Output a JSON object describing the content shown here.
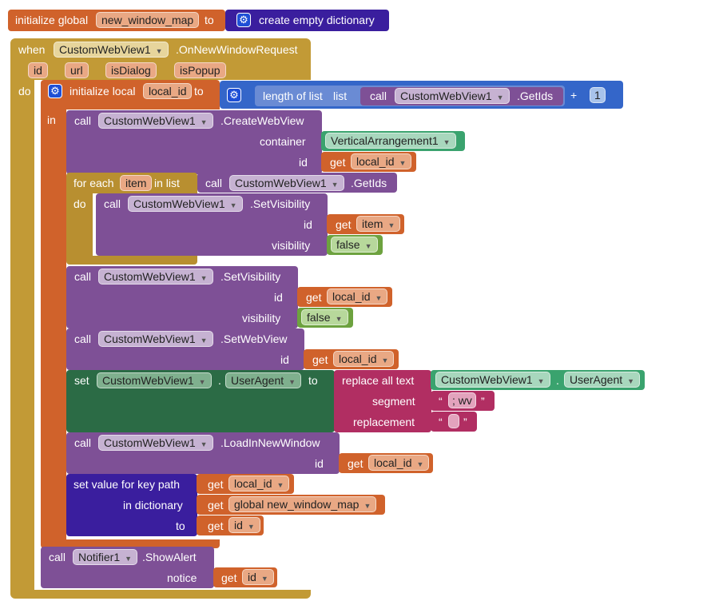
{
  "global_init": {
    "prefix": "initialize global",
    "name": "new_window_map",
    "to": "to",
    "value": "create empty dictionary",
    "gear": "⚙"
  },
  "event": {
    "when": "when",
    "component": "CustomWebView1",
    "event_name": ".OnNewWindowRequest",
    "params": [
      "id",
      "url",
      "isDialog",
      "isPopup"
    ],
    "do": "do"
  },
  "local_init": {
    "prefix": "initialize local",
    "name": "local_id",
    "to": "to",
    "in": "in",
    "length_of_list": "length of list",
    "list_word": "list",
    "call": "call",
    "component": "CustomWebView1",
    "method": ".GetIds",
    "plus": "+",
    "number": "1"
  },
  "create_webview": {
    "call": "call",
    "component": "CustomWebView1",
    "method": ".CreateWebView",
    "container_label": "container",
    "container_value": "VerticalArrangement1",
    "id_label": "id",
    "get": "get",
    "id_value": "local_id"
  },
  "for_each": {
    "label": "for each",
    "item": "item",
    "in_list": "in list",
    "call": "call",
    "component": "CustomWebView1",
    "method": ".GetIds",
    "do": "do",
    "inner_call": "call",
    "inner_component": "CustomWebView1",
    "inner_method": ".SetVisibility",
    "id_label": "id",
    "get": "get",
    "id_value": "item",
    "visibility_label": "visibility",
    "visibility_value": "false"
  },
  "set_visibility": {
    "call": "call",
    "component": "CustomWebView1",
    "method": ".SetVisibility",
    "id_label": "id",
    "get": "get",
    "id_value": "local_id",
    "visibility_label": "visibility",
    "visibility_value": "false"
  },
  "set_webview": {
    "call": "call",
    "component": "CustomWebView1",
    "method": ".SetWebView",
    "id_label": "id",
    "get": "get",
    "id_value": "local_id"
  },
  "set_useragent": {
    "set": "set",
    "component": "CustomWebView1",
    "dot": ".",
    "property": "UserAgent",
    "to": "to",
    "replace": "replace all text",
    "src_component": "CustomWebView1",
    "src_property": "UserAgent",
    "segment_label": "segment",
    "segment_value": "; wv",
    "replacement_label": "replacement",
    "open_quote": "“",
    "close_quote": "”"
  },
  "load_new_window": {
    "call": "call",
    "component": "CustomWebView1",
    "method": ".LoadInNewWindow",
    "id_label": "id",
    "get": "get",
    "id_value": "local_id"
  },
  "set_key_path": {
    "label": "set value for key path",
    "get": "get",
    "key_value": "local_id",
    "in_dictionary_label": "in dictionary",
    "dict_value": "global new_window_map",
    "to_label": "to",
    "to_value": "id"
  },
  "show_alert": {
    "call": "call",
    "component": "Notifier1",
    "method": ".ShowAlert",
    "notice_label": "notice",
    "get": "get",
    "notice_value": "id"
  },
  "dropdown_arrow": "▼"
}
